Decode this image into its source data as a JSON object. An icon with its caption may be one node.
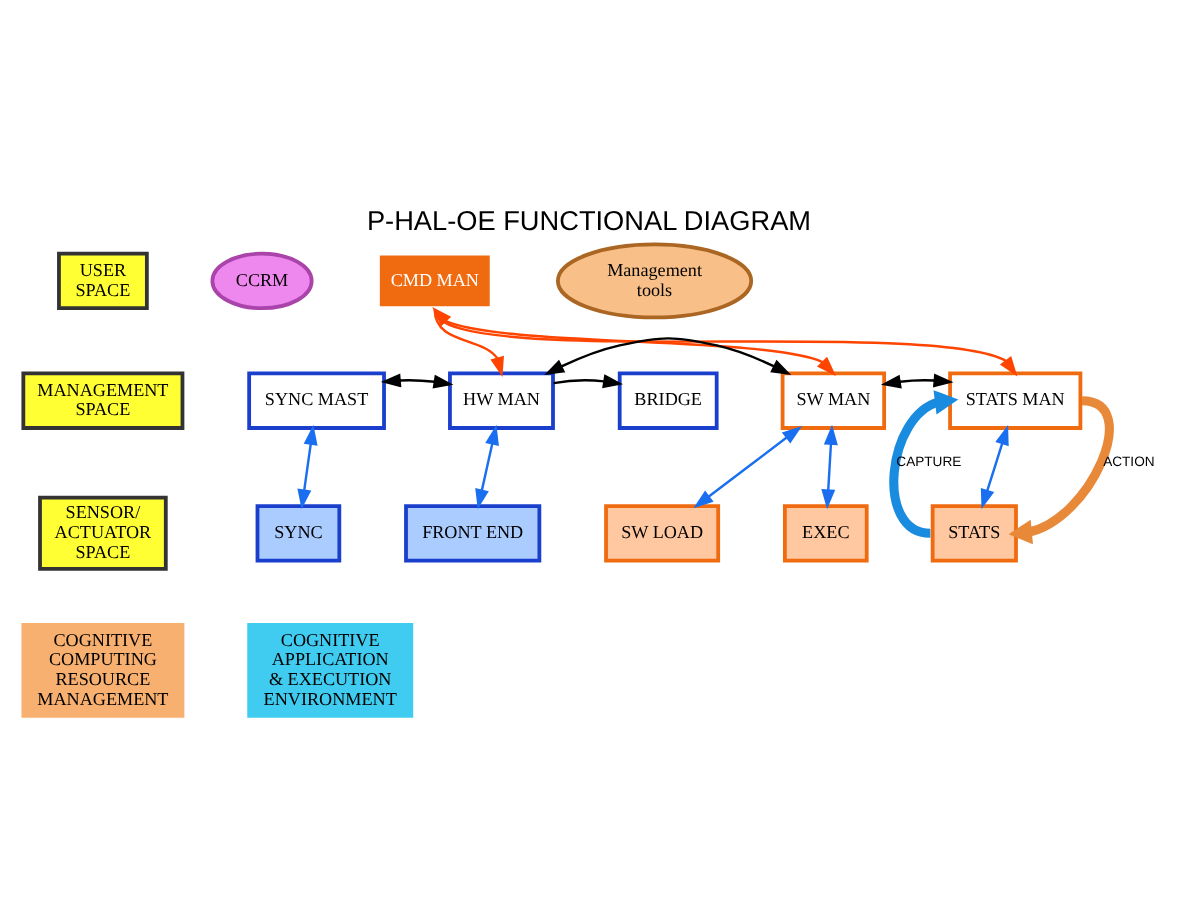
{
  "diagram": {
    "title": "P-HAL-OE FUNCTIONAL DIAGRAM",
    "nodes": [
      {
        "text": [
          "USER SPACE"
        ]
      },
      {
        "text": [
          "MANAGEMENT SPACE"
        ]
      },
      {
        "text": [
          "SENSOR/ ACTUATOR SPACE"
        ]
      },
      {
        "text": [
          "CCRM"
        ]
      },
      {
        "text": [
          "CMD MAN"
        ]
      },
      {
        "text": [
          "Management tools"
        ]
      },
      {
        "text": [
          "SYNC MAST"
        ]
      },
      {
        "text": [
          "HW MAN"
        ]
      },
      {
        "text": [
          "SW MAN"
        ]
      },
      {
        "text": [
          "STATS MAN"
        ]
      },
      {
        "text": [
          "BRIDGE"
        ]
      },
      {
        "text": [
          "SYNC"
        ]
      },
      {
        "text": [
          "FRONT END"
        ]
      },
      {
        "text": [
          "SW LOAD"
        ]
      },
      {
        "text": [
          "EXEC"
        ]
      },
      {
        "text": [
          "STATS"
        ]
      },
      {
        "text": [
          "COGNITIVE COMPUTING RESOURCE MANAGEMENT"
        ]
      },
      {
        "text": [
          "COGNITIVE APPLICATION & EXECUTION ENVIRONMENT"
        ]
      }
    ],
    "edges": [
      {
        "from": 4,
        "to": 7,
        "arrow": "to",
        "color": "#ff4400"
      },
      {
        "from": 4,
        "to": 8,
        "arrow": "both",
        "color": "#ff4400"
      },
      {
        "from": 4,
        "to": 9,
        "arrow": "to",
        "color": "#ff4400"
      },
      {
        "from": 6,
        "to": 7,
        "arrow": "both",
        "color": "#000000"
      },
      {
        "from": 7,
        "to": 10,
        "arrow": "to",
        "color": "#000000"
      },
      {
        "from": 8,
        "to": 7,
        "arrow": "both",
        "color": "#000000"
      },
      {
        "from": 8,
        "to": 9,
        "arrow": "both",
        "color": "#000000"
      },
      {
        "from": 6,
        "to": 11,
        "arrow": "both"
      },
      {
        "from": 7,
        "to": 12,
        "arrow": "both"
      },
      {
        "from": 8,
        "to": 13,
        "arrow": "both"
      },
      {
        "from": 8,
        "to": 14,
        "arrow": "both"
      },
      {
        "from": 9,
        "to": 15,
        "arrow": "both"
      },
      {
        "from": 15,
        "to": 9,
        "arrow": "to",
        "label": "CAPTURE",
        "style": "thick",
        "color": "#1a8ce0"
      },
      {
        "from": 9,
        "to": 15,
        "arrow": "to",
        "label": "ACTION",
        "style": "thick",
        "color": "#e8893a"
      }
    ]
  }
}
